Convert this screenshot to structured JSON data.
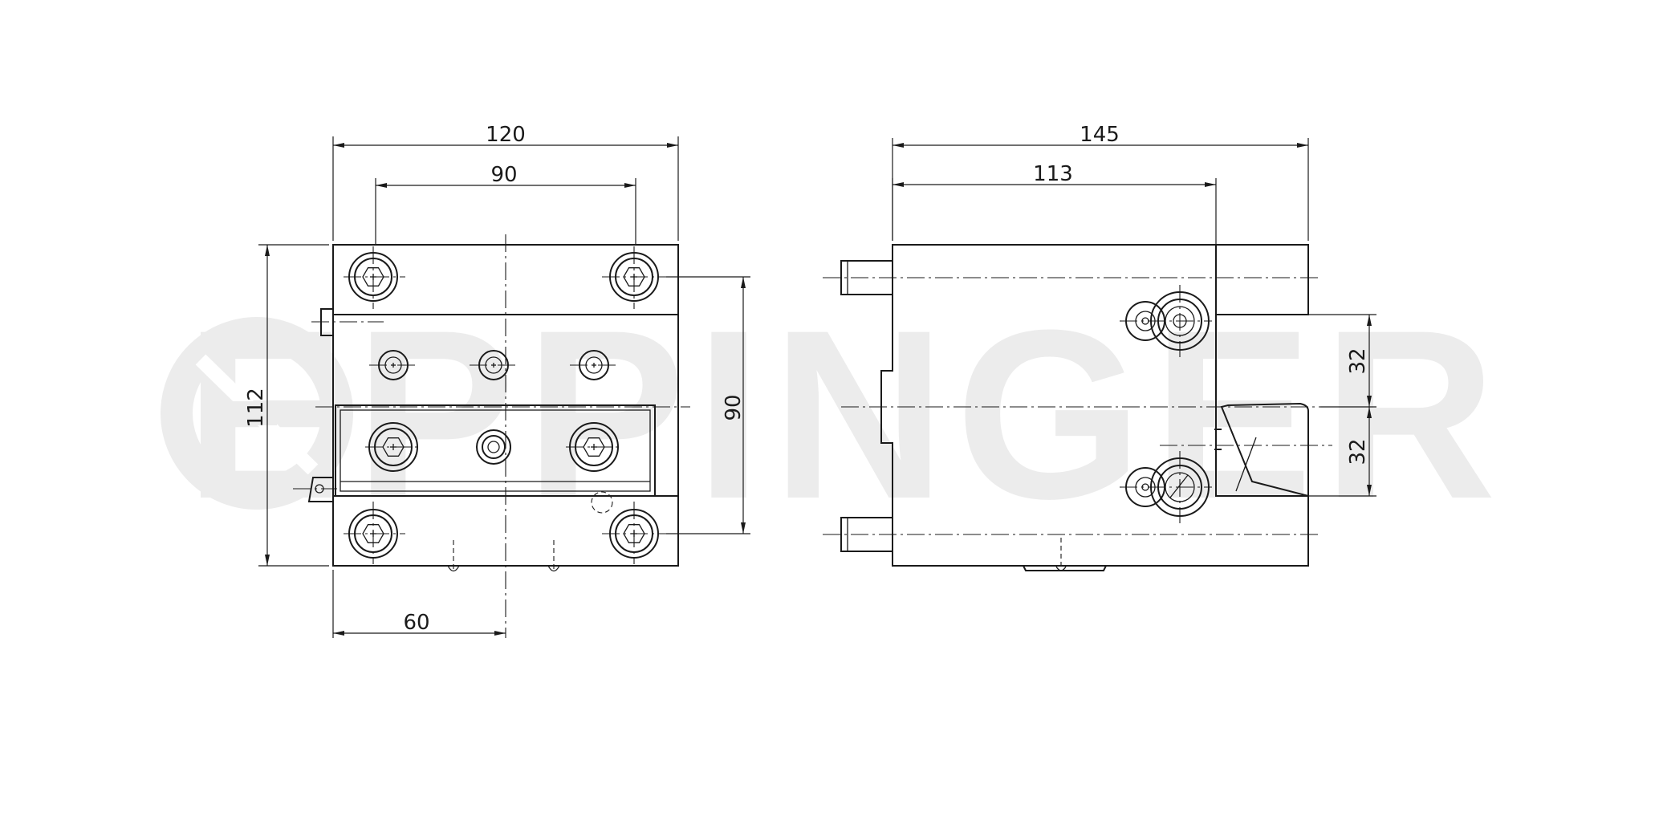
{
  "watermark": {
    "text": "EPPINGER",
    "color": "#ececec"
  },
  "front_view": {
    "dim_overall_width": "120",
    "dim_bolt_spacing": "90",
    "dim_height": "112",
    "dim_vertical_spacing": "90",
    "dim_half_width": "60"
  },
  "side_view": {
    "dim_overall_length": "145",
    "dim_partial_length": "113",
    "dim_upper_offset": "32",
    "dim_lower_offset": "32"
  },
  "colors": {
    "line": "#1a1a1a",
    "background": "#ffffff"
  }
}
